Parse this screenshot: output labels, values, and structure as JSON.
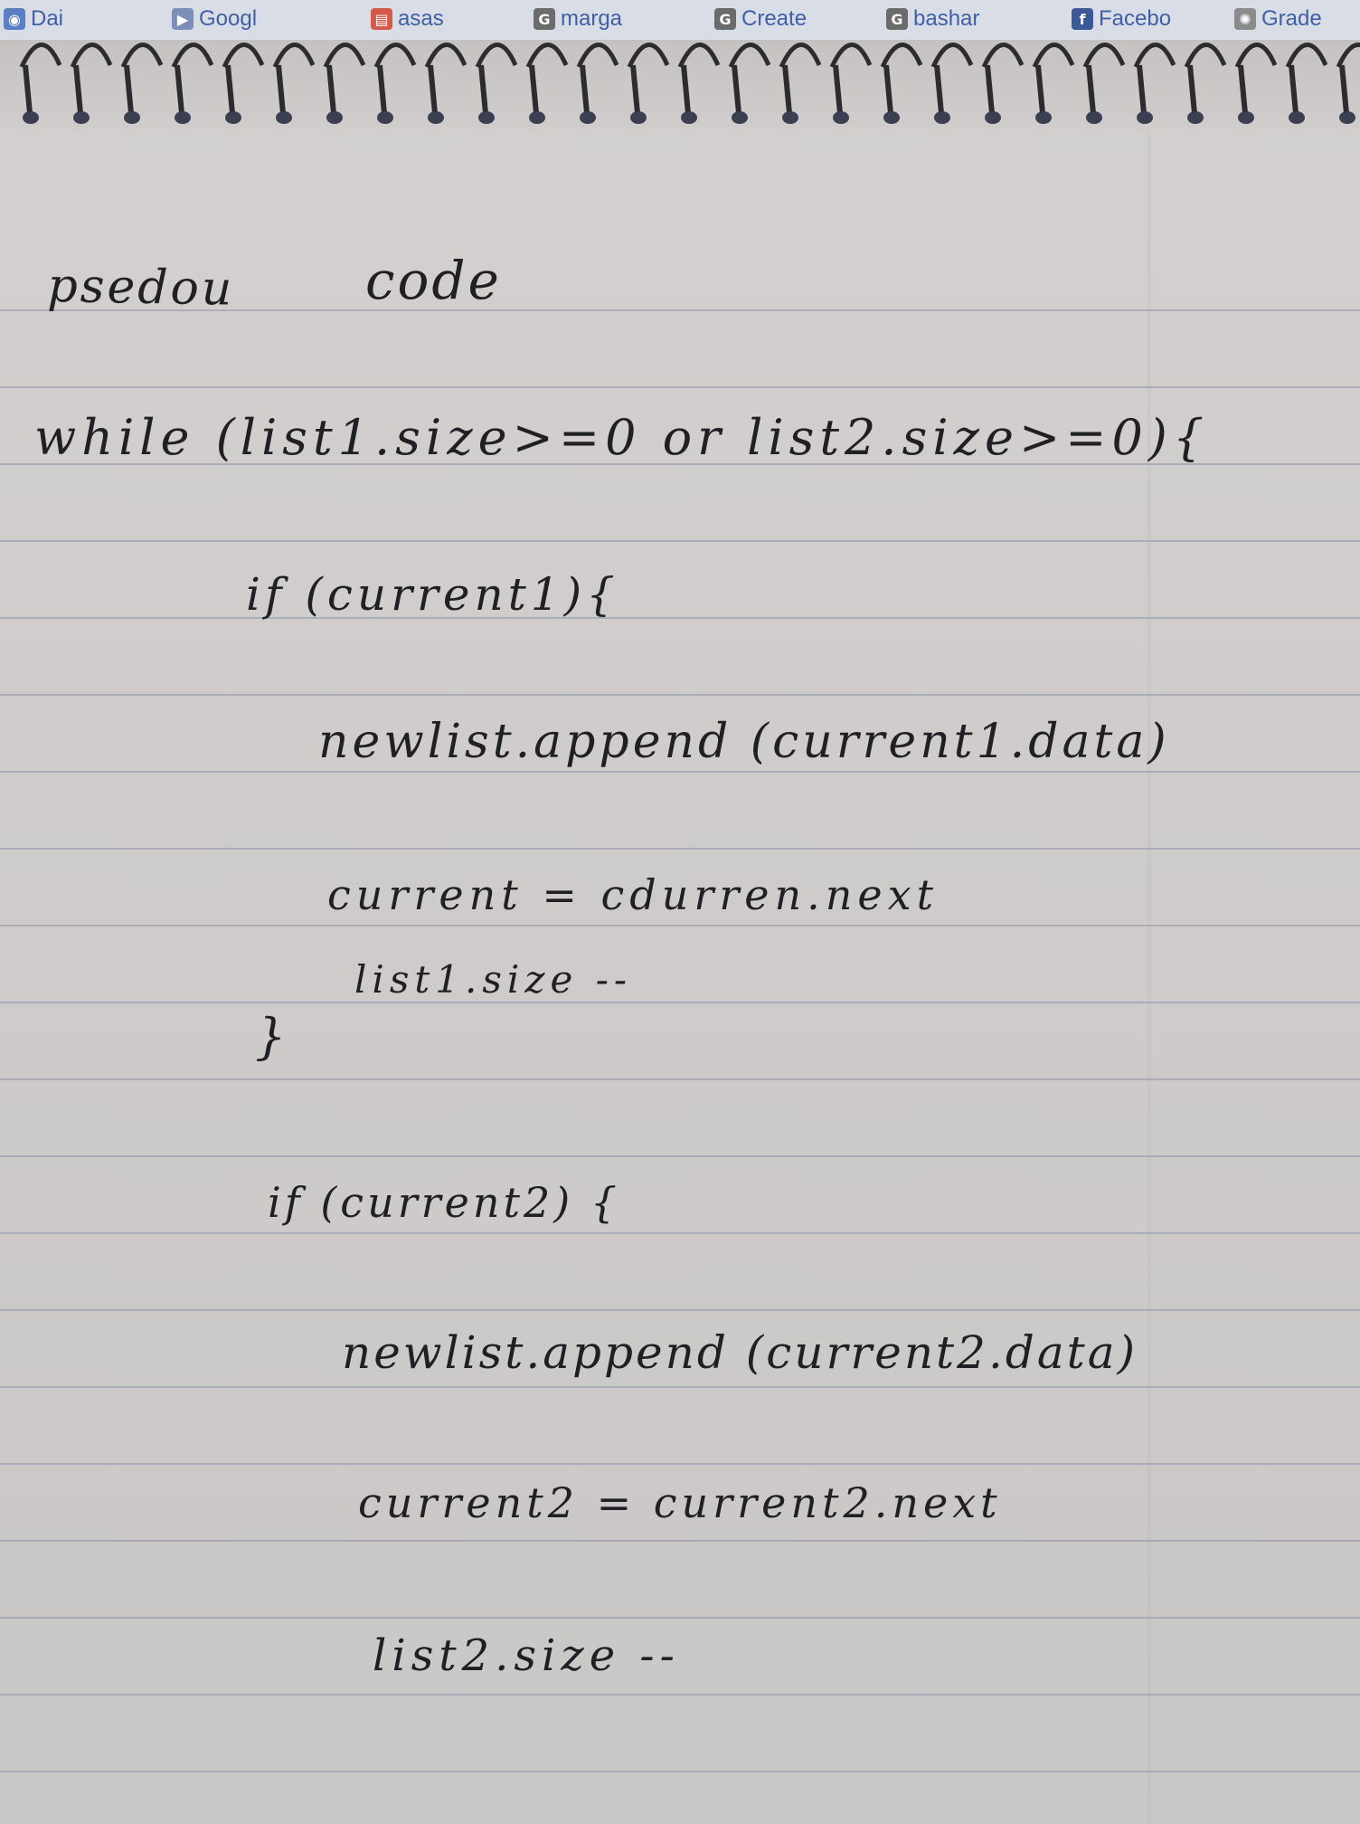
{
  "bookmarks": [
    {
      "label": "Dai",
      "icon": "browser-icon",
      "color": "#5a7fc4"
    },
    {
      "label": "Googl",
      "icon": "bookmark-icon",
      "color": "#7b8fb8"
    },
    {
      "label": "asas",
      "icon": "doc-icon",
      "color": "#d65a4a"
    },
    {
      "label": "marga",
      "icon": "google-icon",
      "color": "#6b6b6b"
    },
    {
      "label": "Create",
      "icon": "google-icon",
      "color": "#6b6b6b"
    },
    {
      "label": "bashar",
      "icon": "google-icon",
      "color": "#6b6b6b"
    },
    {
      "label": "Facebo",
      "icon": "facebook-icon",
      "color": "#3b5998"
    },
    {
      "label": "Grade",
      "icon": "globe-icon",
      "color": "#8b8b8b"
    }
  ],
  "notes": {
    "title_word1": "psedou",
    "title_word2": "code",
    "line_while": "while (list1.size>=0 or list2.size>=0){",
    "line_if1": "if (current1){",
    "line_append1": "newlist.append (current1.data)",
    "line_next1": "current = cdurren.next",
    "line_size1": "list1.size --",
    "line_close1": "}",
    "line_if2": "if (current2) {",
    "line_append2": "newlist.append (current2.data)",
    "line_next2": "current2 = current2.next",
    "line_size2": "list2.size --"
  },
  "ink_color": "#1f1f24",
  "rule_color": "#9da3b1"
}
